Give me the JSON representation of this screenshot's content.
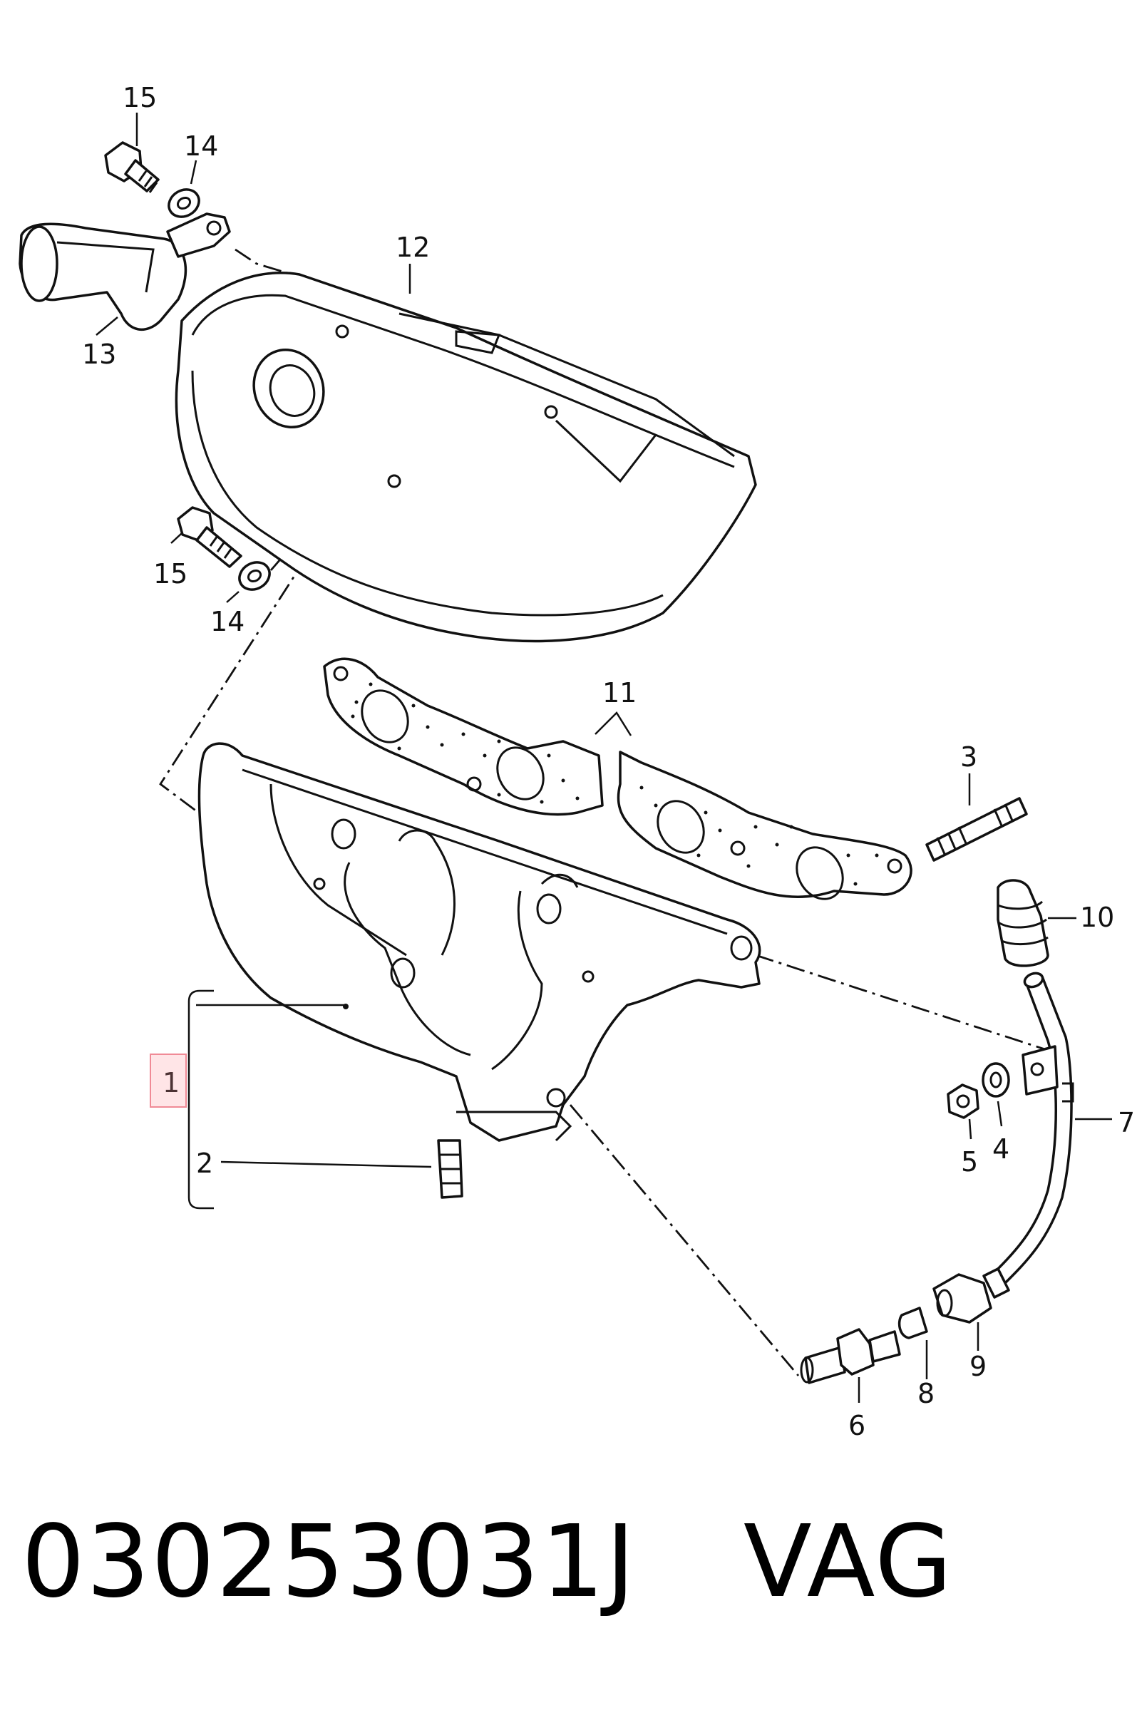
{
  "callouts": {
    "c1": "1",
    "c2": "2",
    "c3": "3",
    "c4": "4",
    "c5": "5",
    "c6": "6",
    "c7": "7",
    "c8": "8",
    "c9": "9",
    "c10": "10",
    "c11": "11",
    "c12": "12",
    "c13": "13",
    "c14a": "14",
    "c14b": "14",
    "c15a": "15",
    "c15b": "15"
  },
  "footer": {
    "part_number": "030253031J",
    "brand": "VAG"
  },
  "colors": {
    "line": "#111111",
    "highlight_border": "#f08a96",
    "background": "#ffffff"
  }
}
